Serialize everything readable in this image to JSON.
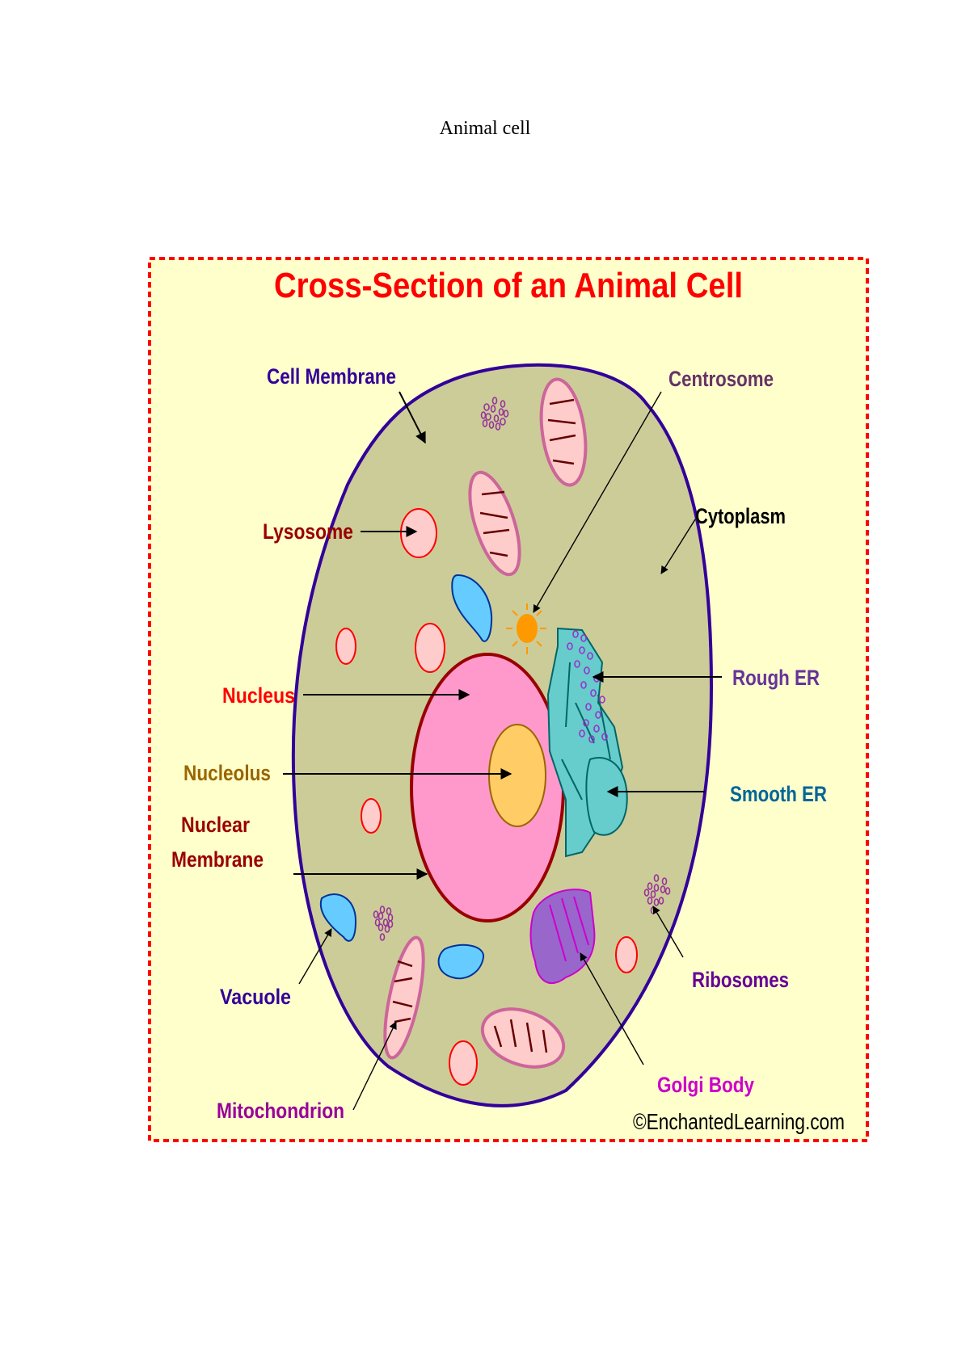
{
  "document": {
    "title": "Animal cell"
  },
  "diagram": {
    "heading": "Cross-Section of an Animal Cell",
    "credit": "©EnchantedLearning.com",
    "colors": {
      "background": "#FFFFCC",
      "border": "#FF0000",
      "heading": "#FF0000",
      "cytoplasm": "#CCCC99",
      "cell_membrane": "#330099",
      "nucleus": "#FF99CC",
      "nuclear_membrane": "#990000",
      "nucleolus": "#FFCC66",
      "lysosome": "#FFCCCC",
      "vacuole": "#66CCFF",
      "mitochondrion": "#CC6699",
      "centrosome": "#FF9900",
      "er": "#66CCCC",
      "golgi": "#9966CC",
      "ribosomes": "#993399"
    },
    "labels": {
      "cell_membrane": "Cell Membrane",
      "centrosome": "Centrosome",
      "lysosome": "Lysosome",
      "cytoplasm": "Cytoplasm",
      "nucleus": "Nucleus",
      "rough_er": "Rough ER",
      "nucleolus": "Nucleolus",
      "smooth_er": "Smooth ER",
      "nuclear_membrane_line1": "Nuclear",
      "nuclear_membrane_line2": "Membrane",
      "vacuole": "Vacuole",
      "ribosomes": "Ribosomes",
      "golgi_body": "Golgi Body",
      "mitochondrion": "Mitochondrion"
    }
  }
}
